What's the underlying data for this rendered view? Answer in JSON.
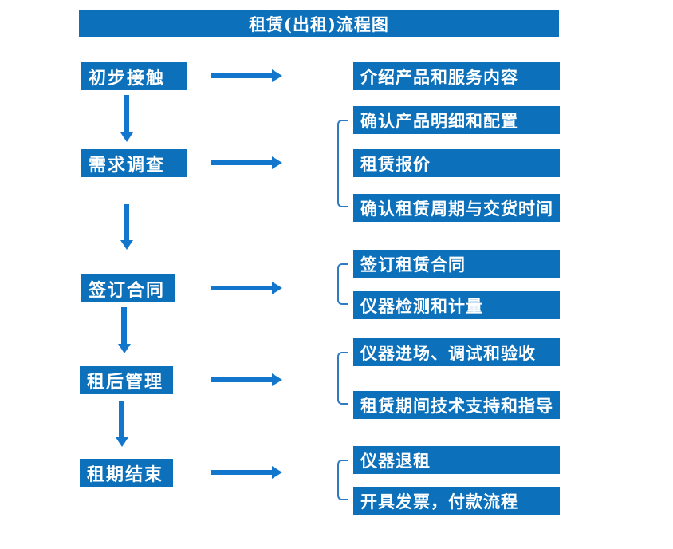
{
  "title": "租赁(出租)流程图",
  "colors": {
    "box_blue": "#0c70bb",
    "arrow_blue": "#1376cd",
    "bracket_blue": "#2e79c0",
    "text_white": "#ffffff",
    "background": "#ffffff"
  },
  "steps": [
    {
      "label": "初步接触",
      "details": [
        "介绍产品和服务内容"
      ]
    },
    {
      "label": "需求调查",
      "details": [
        "确认产品明细和配置",
        "租赁报价",
        "确认租赁周期与交货时间"
      ]
    },
    {
      "label": "签订合同",
      "details": [
        "签订租赁合同",
        "仪器检测和计量"
      ]
    },
    {
      "label": "租后管理",
      "details": [
        "仪器进场、调试和验收",
        "租赁期间技术支持和指导"
      ]
    },
    {
      "label": "租期结束",
      "details": [
        "仪器退租",
        "开具发票，付款流程"
      ]
    }
  ]
}
